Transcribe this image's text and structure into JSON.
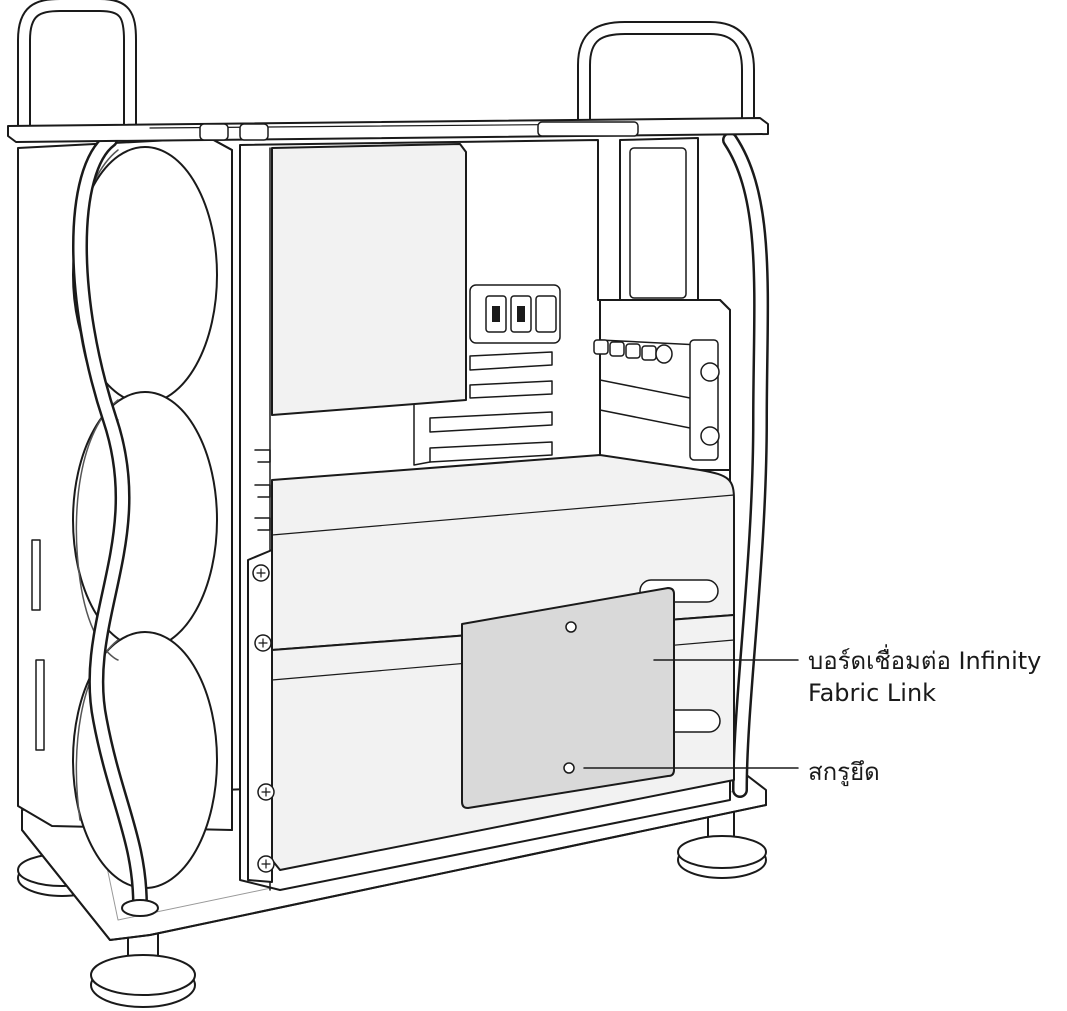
{
  "callouts": {
    "board": {
      "line1": "บอร์ดเชื่อมต่อ Infinity",
      "line2": "Fabric Link"
    },
    "screw": {
      "text": "สกรูยึด"
    }
  },
  "colors": {
    "outline": "#1a1a1a",
    "chassis_fill": "#ffffff",
    "panel_fill": "#f2f2f2",
    "board_fill": "#d9d9d9",
    "shadow_fill": "#e6e6e6"
  },
  "icons": {
    "screw": "screw-icon"
  }
}
